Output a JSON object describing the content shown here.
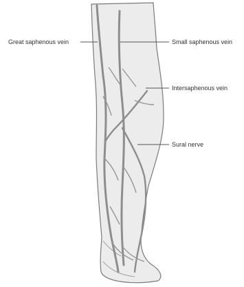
{
  "labels": {
    "great_saphenous_vein": "Great saphenous vein",
    "small_saphenous_vein": "Small saphenous vein",
    "intersaphenous_vein": "Intersaphenous vein",
    "sural_nerve": "Sural nerve"
  },
  "colors": {
    "skin": "#ececec",
    "outline": "#7a7a7a",
    "vein": "#8d8d8d",
    "nerve": "#8d8d8d",
    "leader_line": "#555555",
    "text": "#333333"
  }
}
